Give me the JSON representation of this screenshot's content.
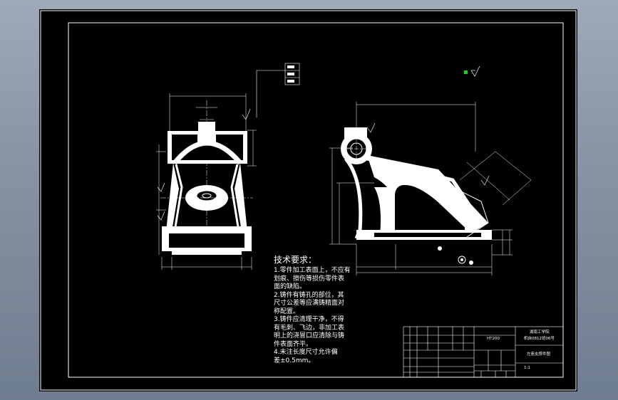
{
  "colors": {
    "background": "#000000",
    "line": "#ffffff",
    "dimension": "#ffffff",
    "marker": "#22cc22"
  },
  "technical_requirements": {
    "title": "技术要求：",
    "items": [
      "1.零件加工表面上，不应有\n划痕、擦伤等损伤零件表\n面的缺陷。",
      "2.铸件有铸孔的部位，其\n尺寸公差等应满铸精面对\n称配置。",
      "3.铸件应清理干净，不得\n有毛刺、飞边，非加工表\n明上的浇冒口应清除与铸\n件表面齐平。",
      "4.未注长度尺寸允许偏\n差±0.5mm。"
    ]
  },
  "title_block": {
    "material": "HT200",
    "school_line1": "湖南工学院",
    "school_line2": "机自0812班06号",
    "part_name": "左座支撑件图",
    "scale": "1:1"
  }
}
